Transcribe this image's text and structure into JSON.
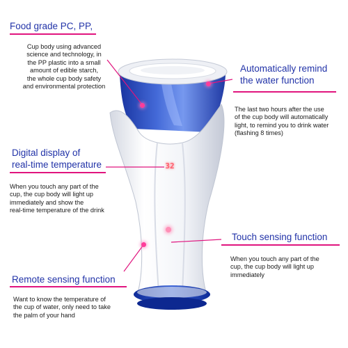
{
  "callouts": {
    "food_grade": {
      "title": "Food grade PC, PP,",
      "lines": [
        "Cup body using advanced",
        "science and technology, in",
        "the PP plastic into a small",
        "amount of edible starch,",
        "the whole cup body safety",
        "and environmental protection"
      ]
    },
    "remind": {
      "title_lines": [
        "Automatically remind",
        "the water function"
      ],
      "lines": [
        "The last two hours after the use",
        "of the cup body will automatically",
        "light, to remind you to drink water",
        "(flashing 8 times)"
      ]
    },
    "digital": {
      "title_lines": [
        "Digital display of",
        "real-time temperature"
      ],
      "lines": [
        "When you touch any part of the",
        "cup, the cup body will light up",
        "immediately and show the",
        "real-time temperature of the drink"
      ]
    },
    "touch": {
      "title": "Touch sensing function",
      "lines": [
        "When you touch any part of the",
        "cup, the cup body will light up",
        "immediately"
      ]
    },
    "remote": {
      "title": "Remote sensing function",
      "lines": [
        "Want to know the temperature of",
        "the cup of water, only need to take",
        "the palm of your hand"
      ]
    }
  },
  "product": {
    "display_value": "32"
  },
  "colors": {
    "heading": "#2233a8",
    "accent_line": "#e0147e",
    "cup_blue": "#1f3fb8",
    "cup_white": "#f4f5f8"
  }
}
